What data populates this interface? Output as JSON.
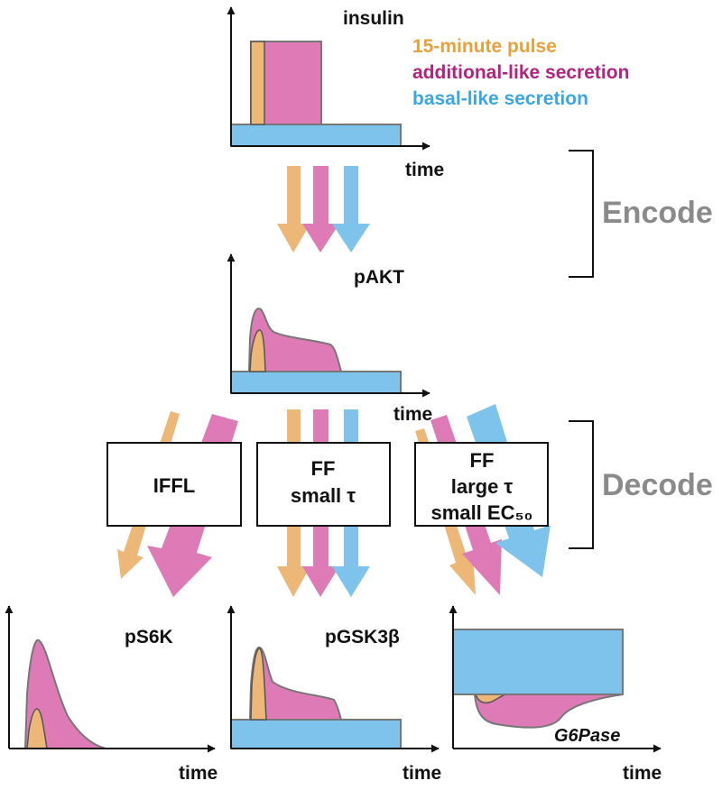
{
  "colors": {
    "pulse": "#EDB877",
    "additional": "#DE7BB7",
    "basal": "#7EC3EB",
    "pulse_text": "#E9A13C",
    "additional_text": "#B0247D",
    "basal_text": "#3BA6E2",
    "bracket_text": "#8A8A8A",
    "outline": "#7A7A7A"
  },
  "top": {
    "insulin_label": "insulin",
    "time_label": "time",
    "legend": {
      "pulse": "15-minute pulse",
      "additional": "additional-like secretion",
      "basal": "basal-like secretion"
    }
  },
  "encode": {
    "label": "Encode"
  },
  "middle": {
    "pakt_label": "pAKT",
    "time_label": "time"
  },
  "decode": {
    "label": "Decode",
    "boxes": {
      "iffl": [
        "IFFL"
      ],
      "ff_small": [
        "FF",
        "small τ"
      ],
      "ff_large": [
        "FF",
        "large τ",
        "small EC₅₀"
      ]
    }
  },
  "outputs": {
    "ps6k": {
      "label": "pS6K",
      "time_label": "time"
    },
    "pgsk3b": {
      "label": "pGSK3β",
      "time_label": "time"
    },
    "g6pase": {
      "label": "G6Pase",
      "time_label": "time"
    }
  }
}
